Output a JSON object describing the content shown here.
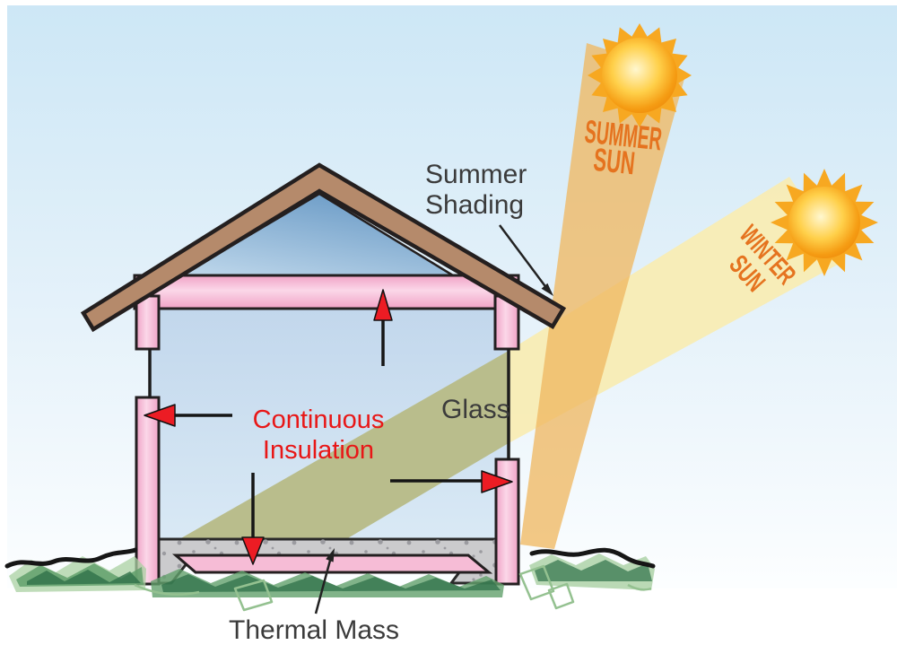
{
  "labels": {
    "summer_sun_line1": "SUMMER",
    "summer_sun_line2": "SUN",
    "winter_sun_line1": "WINTER",
    "winter_sun_line2": "SUN",
    "summer_shading_line1": "Summer",
    "summer_shading_line2": "Shading",
    "glass": "Glass",
    "continuous_insulation_line1": "Continuous",
    "continuous_insulation_line2": "Insulation",
    "thermal_mass": "Thermal Mass"
  },
  "colors": {
    "sky_top": "#cde7f6",
    "sky_mid": "#e6f2fa",
    "sky_bottom": "#fcfeff",
    "winter_beam": "#f8ecb4",
    "summer_beam": "#efb963",
    "olive_beam": "#b9bd8c",
    "sun_core": "#fff7d0",
    "sun_mid": "#ffd04a",
    "sun_edge": "#f59c13",
    "sun_rim": "#ef8d0c",
    "sun_ray": "#f7a821",
    "roof": "#b58a6b",
    "gable_top": "#6899c5",
    "gable_bottom": "#bad4e9",
    "interior_top": "#c2d7ec",
    "interior_bottom": "#d9e9f5",
    "ins_light": "#fbd7e8",
    "ins_dark": "#f0a2c6",
    "underslab_pink": "#f6bcd6",
    "slab": "#cbcbcd",
    "speckle": "#9b9ba0",
    "grass_dark": "#2f7049",
    "grass_mid": "#61a06b",
    "grass_light": "#a9d0a2",
    "grass_sketch": "#94c190",
    "arrow_red": "#ec1c24",
    "label_dark": "#3b3b3b",
    "label_red": "#e81717",
    "sun_label_orange": "#e5731f"
  }
}
